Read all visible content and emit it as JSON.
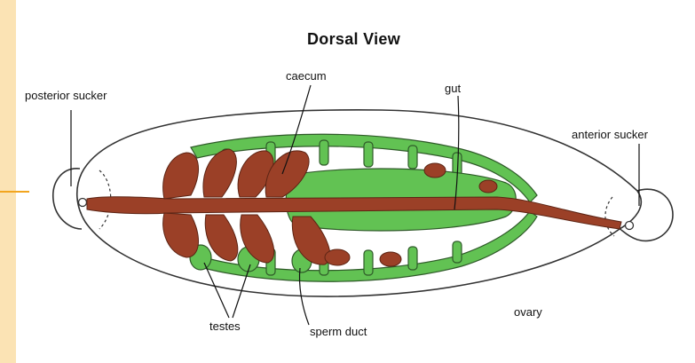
{
  "title": "Dorsal View",
  "labels": {
    "posterior_sucker": "posterior sucker",
    "caecum": "caecum",
    "gut": "gut",
    "anterior_sucker": "anterior sucker",
    "testes": "testes",
    "sperm_duct": "sperm duct",
    "ovary": "ovary"
  },
  "colors": {
    "gut": "#9b4027",
    "duct": "#62c253",
    "outline": "#333333",
    "accent": "#f2a51f"
  }
}
